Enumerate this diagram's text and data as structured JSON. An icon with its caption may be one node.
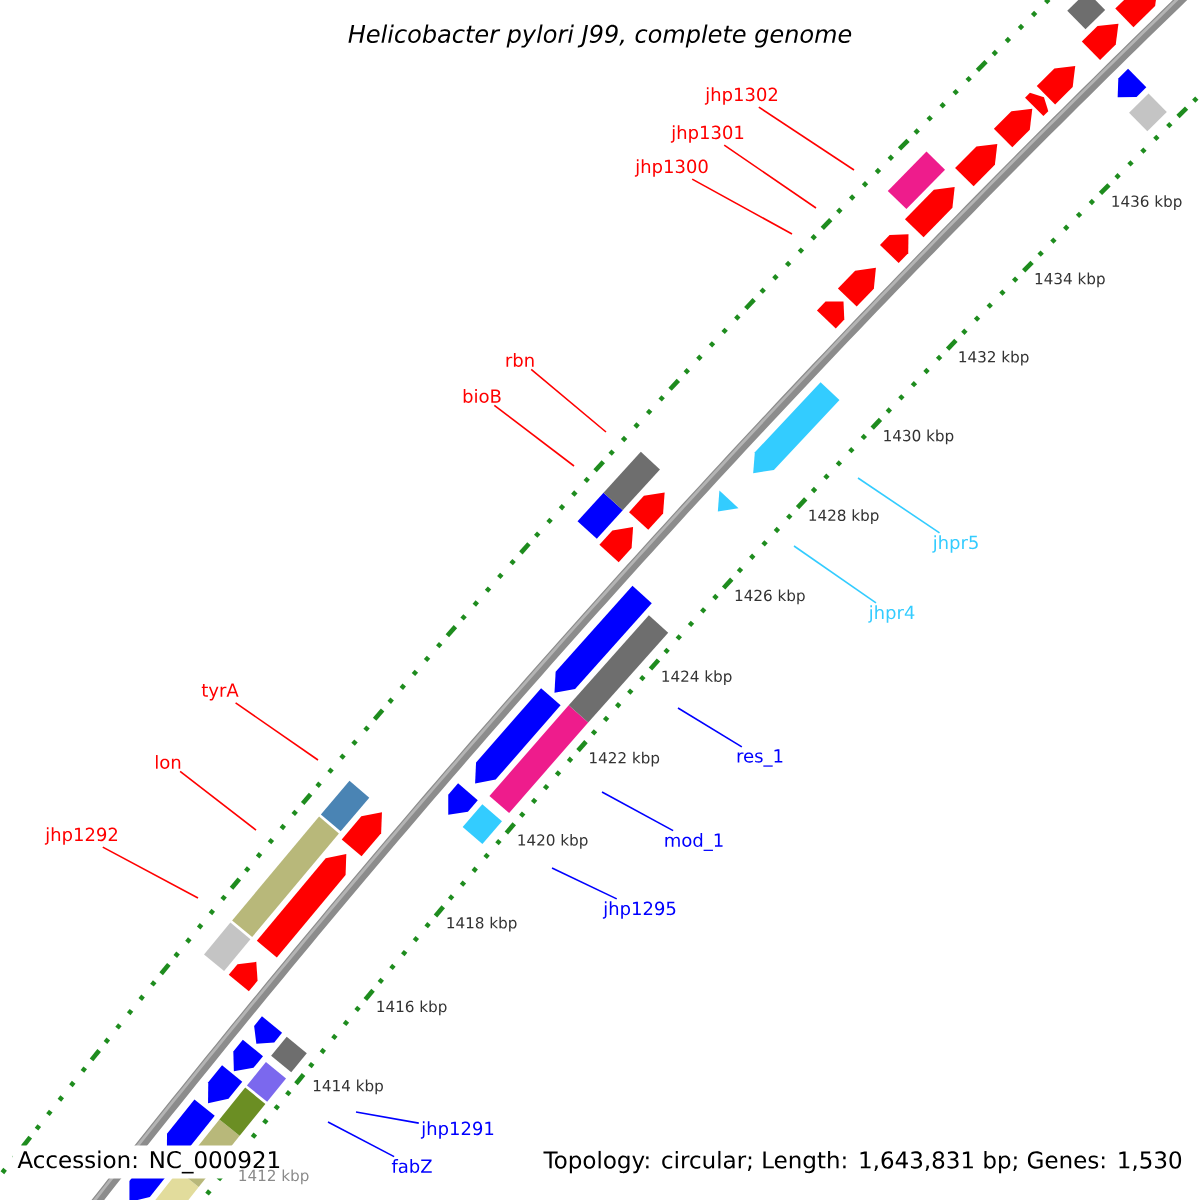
{
  "diagram": {
    "title": "Helicobacter pylori J99, complete genome",
    "nodes": [
      {
        "text": [
          "jhp1302"
        ]
      },
      {
        "text": [
          "jhp1301"
        ]
      },
      {
        "text": [
          "jhp1300"
        ]
      },
      {
        "text": [
          "rbn"
        ]
      },
      {
        "text": [
          "bioB"
        ]
      },
      {
        "text": [
          "jhpr5"
        ]
      },
      {
        "text": [
          "jhpr4"
        ]
      },
      {
        "text": [
          "tyrA"
        ]
      },
      {
        "text": [
          "res_1"
        ]
      },
      {
        "text": [
          "lon"
        ]
      },
      {
        "text": [
          "jhp1292"
        ]
      },
      {
        "text": [
          "mod_1"
        ]
      },
      {
        "text": [
          "jhp1295"
        ]
      },
      {
        "text": [
          "jhp1291"
        ]
      },
      {
        "text": [
          "fabZ"
        ]
      }
    ],
    "edges": [
      {
        "from": 0,
        "to": null,
        "arrow": "none"
      },
      {
        "from": 1,
        "to": null,
        "arrow": "none"
      },
      {
        "from": 2,
        "to": null,
        "arrow": "none"
      },
      {
        "from": 3,
        "to": null,
        "arrow": "none"
      },
      {
        "from": 4,
        "to": null,
        "arrow": "none"
      },
      {
        "from": 5,
        "to": null,
        "arrow": "none",
        "color": "#33ccff"
      },
      {
        "from": 6,
        "to": null,
        "arrow": "none",
        "color": "#33ccff"
      },
      {
        "from": 7,
        "to": null,
        "arrow": "none"
      },
      {
        "from": 8,
        "to": null,
        "arrow": "none",
        "color": "#0000ff"
      },
      {
        "from": 9,
        "to": null,
        "arrow": "none"
      },
      {
        "from": 10,
        "to": null,
        "arrow": "none"
      },
      {
        "from": 11,
        "to": null,
        "arrow": "none",
        "color": "#0000ff"
      },
      {
        "from": 12,
        "to": null,
        "arrow": "none",
        "color": "#0000ff"
      },
      {
        "from": 13,
        "to": null,
        "arrow": "none",
        "color": "#0000ff"
      },
      {
        "from": 14,
        "to": null,
        "arrow": "none",
        "color": "#0000ff"
      }
    ],
    "labels": [
      "1436 kbp",
      "1434 kbp",
      "1432 kbp",
      "1430 kbp",
      "1428 kbp",
      "1426 kbp",
      "1424 kbp",
      "1422 kbp",
      "1420 kbp",
      "1418 kbp",
      "1416 kbp",
      "1414 kbp",
      "1412 kbp",
      "Accession: NC_000921",
      "Topology: circular; Length: 1,643,831 bp; Genes: 1,530"
    ]
  }
}
